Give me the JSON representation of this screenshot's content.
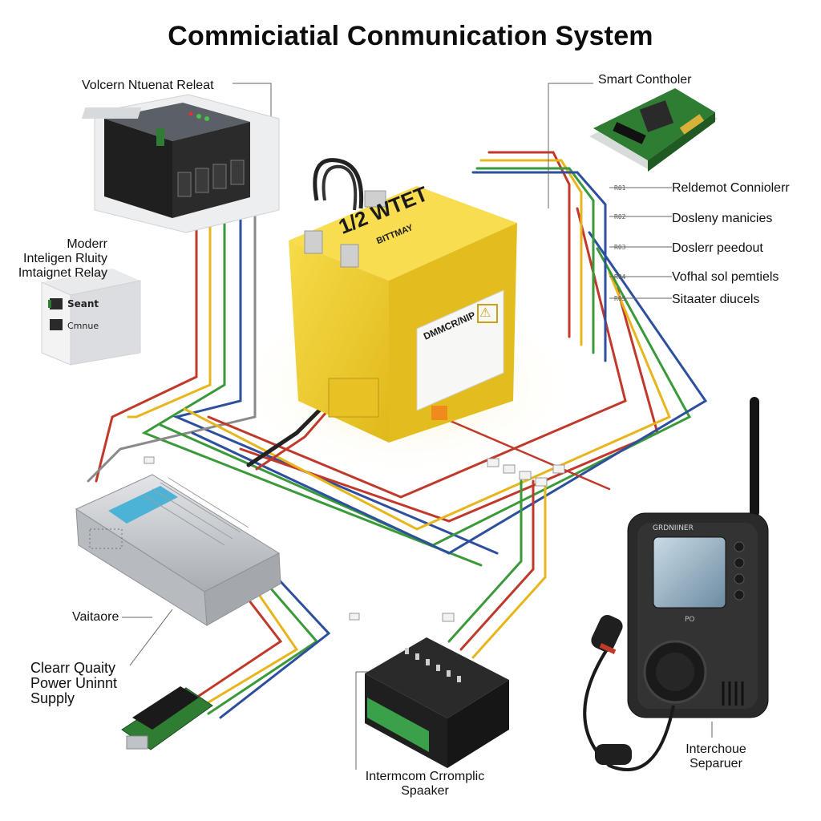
{
  "title": "Commiciatial Conmunication System",
  "labels": {
    "relay_top": "Volcern Ntuenat Releat",
    "modern_relay": [
      "Moderr",
      "Inteligen Rluity",
      "Imtaignet Relay"
    ],
    "smart_controller": "Smart Contholer",
    "right_list": [
      "Reldemot Conniolerr",
      "Dosleny manicies",
      "Doslerr peedout",
      "Vofhal sol pemtiels",
      "Sitaater diucels"
    ],
    "vaitore": "Vaitaore",
    "power_supply": [
      "Clearr Quaity",
      "Power Uninnt",
      "Supply"
    ],
    "intercom": [
      "Intermcom Crromplic",
      "Spaaker"
    ],
    "interchoue": [
      "Interchoue",
      "Separuer"
    ]
  },
  "battery": {
    "voltage_label": "1/2 WTET",
    "sub_label": "BITTMAY",
    "sticker_title": "DMMCR/NIP",
    "warning_glyph": "⚠"
  },
  "relay_module": {
    "line1": "Seant",
    "line2": "Cmnue"
  },
  "radio": {
    "brand": "GRDNIINER",
    "model": "PO"
  },
  "right_ticks": [
    "R01",
    "R02",
    "R03",
    "R04",
    "R05"
  ],
  "colors": {
    "battery": "#f2cf2a",
    "battery_shade": "#d9b218",
    "wire_red": "#c0392b",
    "wire_yellow": "#e7b51c",
    "wire_green": "#3a9a3a",
    "wire_blue": "#2d4f9e",
    "wire_gray": "#8a8a8a",
    "pcb_green": "#2e7d32",
    "device_black": "#1f1f1f",
    "metal": "#c6c9ce"
  },
  "icons": {
    "warning": "warning-icon",
    "screen": "lcd-screen-icon",
    "microphone": "microphone-icon",
    "antenna": "antenna-icon"
  }
}
